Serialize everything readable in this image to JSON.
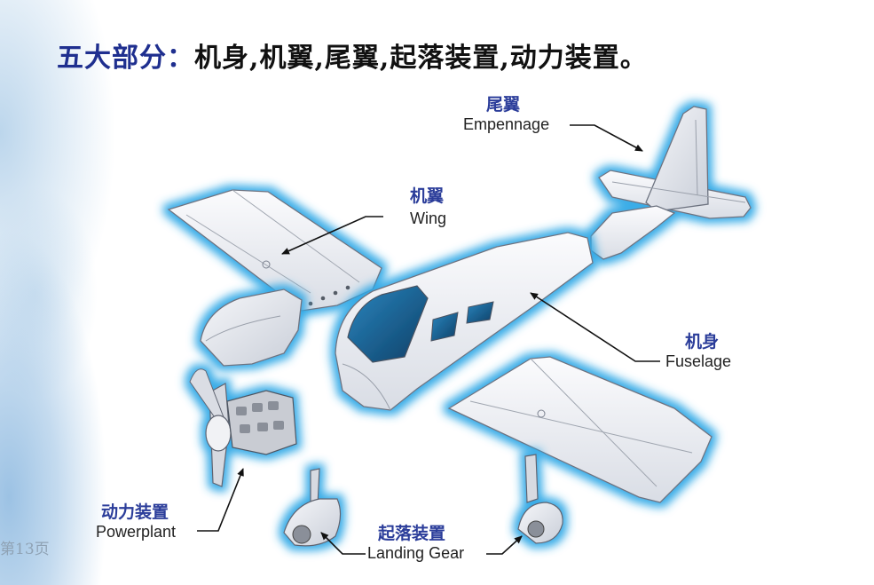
{
  "title": {
    "lead": "五大部分",
    "colon": "：",
    "parts": "机身,机翼,尾翼,起落装置,动力装置。"
  },
  "labels": {
    "empennage": {
      "zh": "尾翼",
      "en": "Empennage"
    },
    "wing": {
      "zh": "机翼",
      "en": "Wing"
    },
    "fuselage": {
      "zh": "机身",
      "en": "Fuselage"
    },
    "powerplant": {
      "zh": "动力装置",
      "en": "Powerplant"
    },
    "landing_gear": {
      "zh": "起落装置",
      "en": "Landing Gear"
    }
  },
  "page_number": "第13页",
  "colors": {
    "title_blue": "#1f2f8f",
    "label_blue": "#2b3d9a",
    "glow": "#2fa8e6",
    "part_fill": "#eef0f4",
    "cockpit": "#1b5a86"
  }
}
